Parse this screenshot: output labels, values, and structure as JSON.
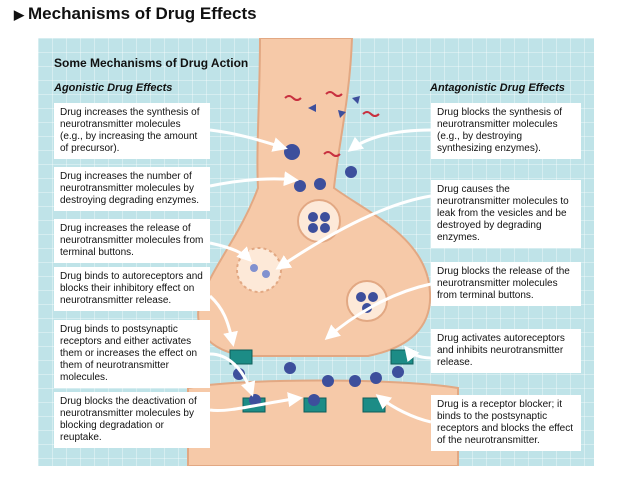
{
  "page_title": "Mechanisms of Drug Effects",
  "panel": {
    "heading": "Some Mechanisms of Drug Action",
    "left_subheading": "Agonistic Drug Effects",
    "right_subheading": "Antagonistic Drug Effects"
  },
  "agonistic": [
    "Drug increases the synthesis of neurotransmitter molecules (e.g., by increasing the amount of precursor).",
    "Drug increases the number of neurotransmitter molecules by destroying degrading enzymes.",
    "Drug increases the release of neurotransmitter molecules from terminal buttons.",
    "Drug binds to autoreceptors and blocks their inhibitory effect on neurotransmitter release.",
    "Drug binds to postsynaptic receptors and either activates them or increases the effect on them of neurotransmitter molecules.",
    "Drug blocks the deactivation of neurotransmitter molecules by blocking degradation or reuptake."
  ],
  "antagonistic": [
    "Drug blocks the synthesis of neurotransmitter molecules (e.g., by destroying synthesizing enzymes).",
    "Drug causes the neurotransmitter molecules to leak from the vesicles and be destroyed by degrading enzymes.",
    "Drug blocks the release of the neurotransmitter molecules from terminal buttons.",
    "Drug activates autoreceptors and inhibits neurotransmitter release.",
    "Drug is a receptor blocker; it binds to the postsynaptic receptors and blocks the effect of the neurotransmitter."
  ],
  "colors": {
    "background": "#bfe3e8",
    "neuron": "#f6c9a8",
    "molecule": "#3d4f9c",
    "receptor": "#1c8c86",
    "enzyme": "#c8303f"
  }
}
